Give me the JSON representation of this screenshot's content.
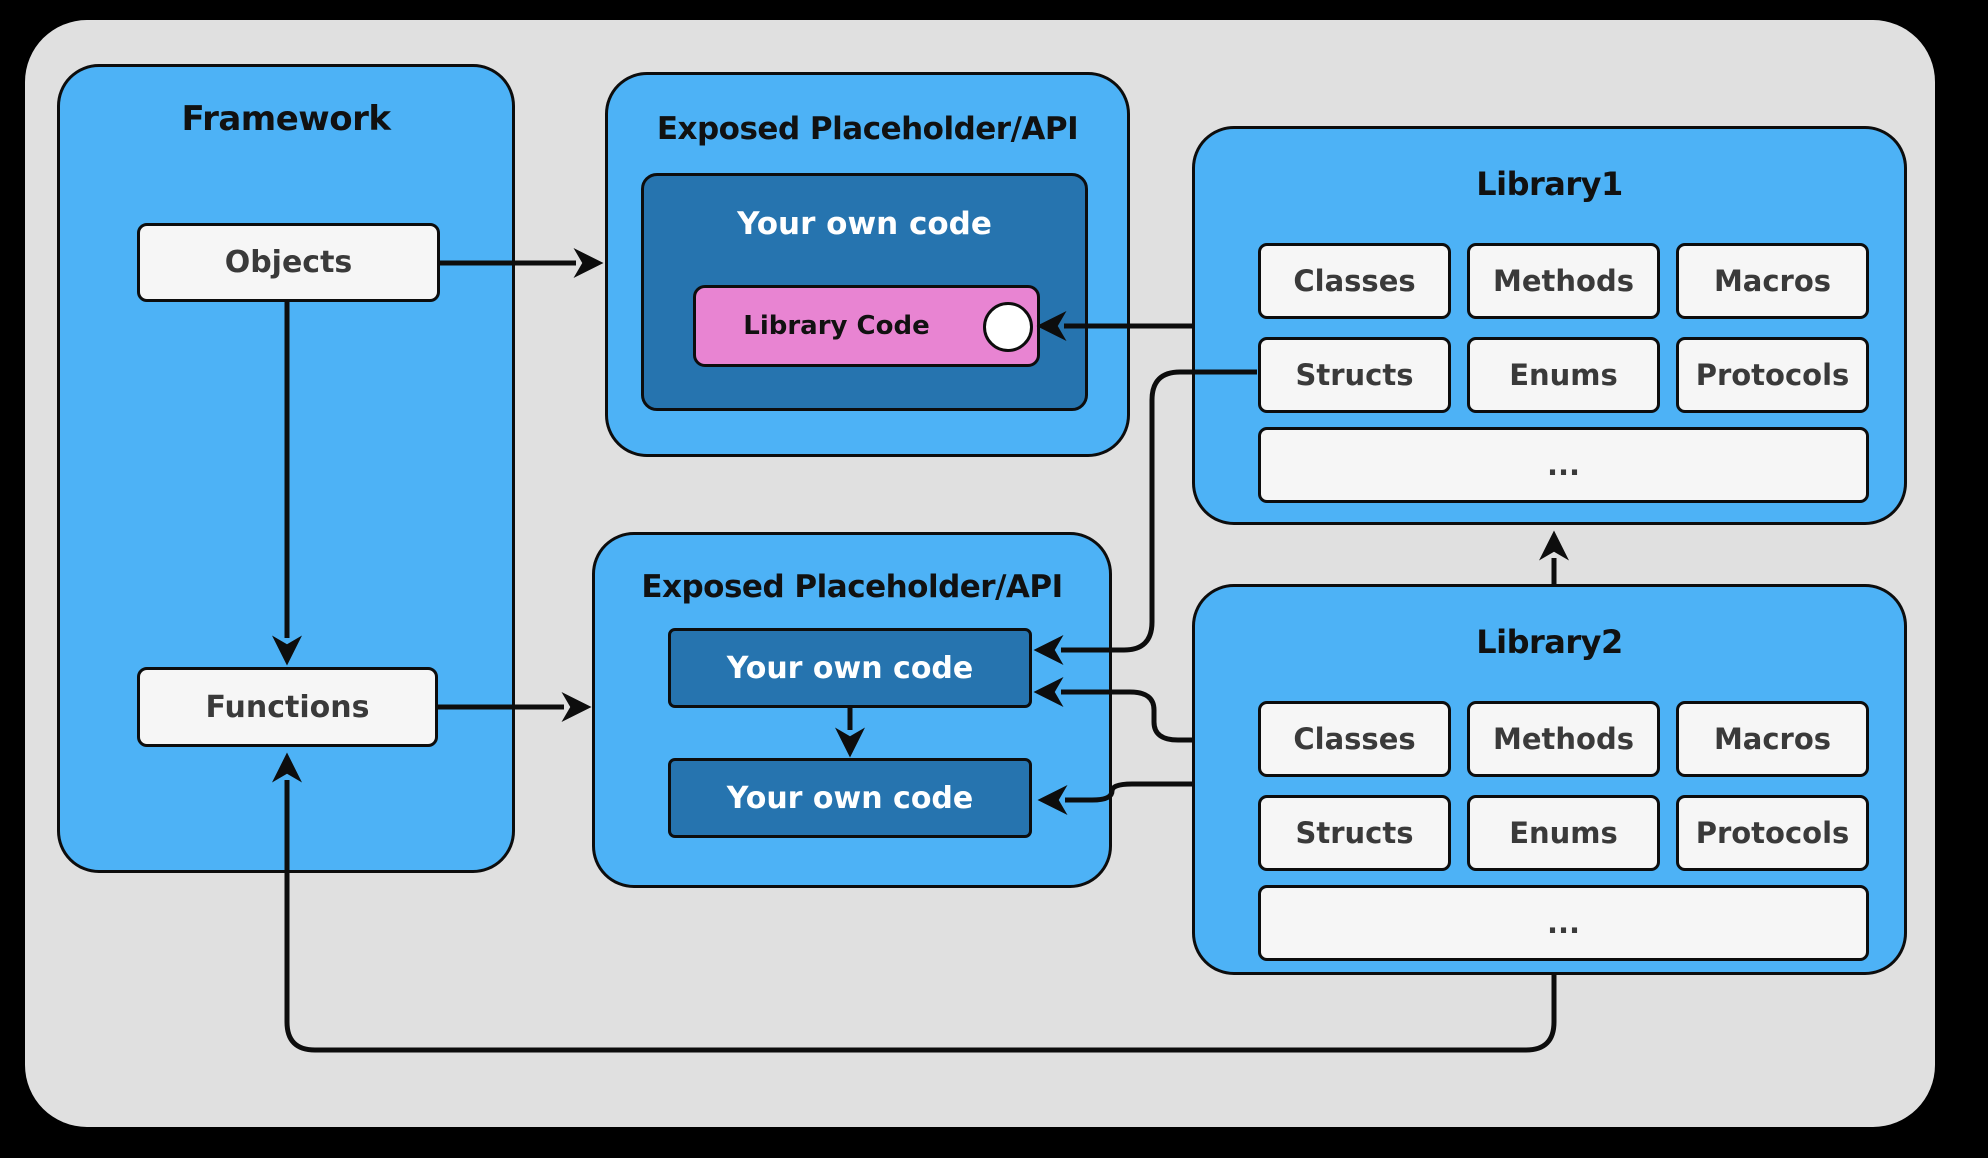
{
  "colors": {
    "background": "#000000",
    "canvas": "#E0E0E0",
    "node_blue": "#4DB2F6",
    "node_dark_blue": "#2674AF",
    "node_pink": "#E884D2",
    "node_white": "#F6F6F6",
    "line": "#0D0D0D",
    "text_dark": "#3A3A3A",
    "text_black": "#111111",
    "text_white": "#FFFFFF"
  },
  "framework": {
    "title": "Framework",
    "objects_label": "Objects",
    "functions_label": "Functions"
  },
  "top_api": {
    "title": "Exposed Placeholder/API",
    "your_own_code_label": "Your own code",
    "library_code_label": "Library Code"
  },
  "bottom_api": {
    "title": "Exposed Placeholder/API",
    "your_own_code_1": "Your own code",
    "your_own_code_2": "Your own code"
  },
  "library1": {
    "title": "Library1",
    "cells": [
      "Classes",
      "Methods",
      "Macros",
      "Structs",
      "Enums",
      "Protocols"
    ],
    "ellipsis": "..."
  },
  "library2": {
    "title": "Library2",
    "cells": [
      "Classes",
      "Methods",
      "Macros",
      "Structs",
      "Enums",
      "Protocols"
    ],
    "ellipsis": "..."
  }
}
